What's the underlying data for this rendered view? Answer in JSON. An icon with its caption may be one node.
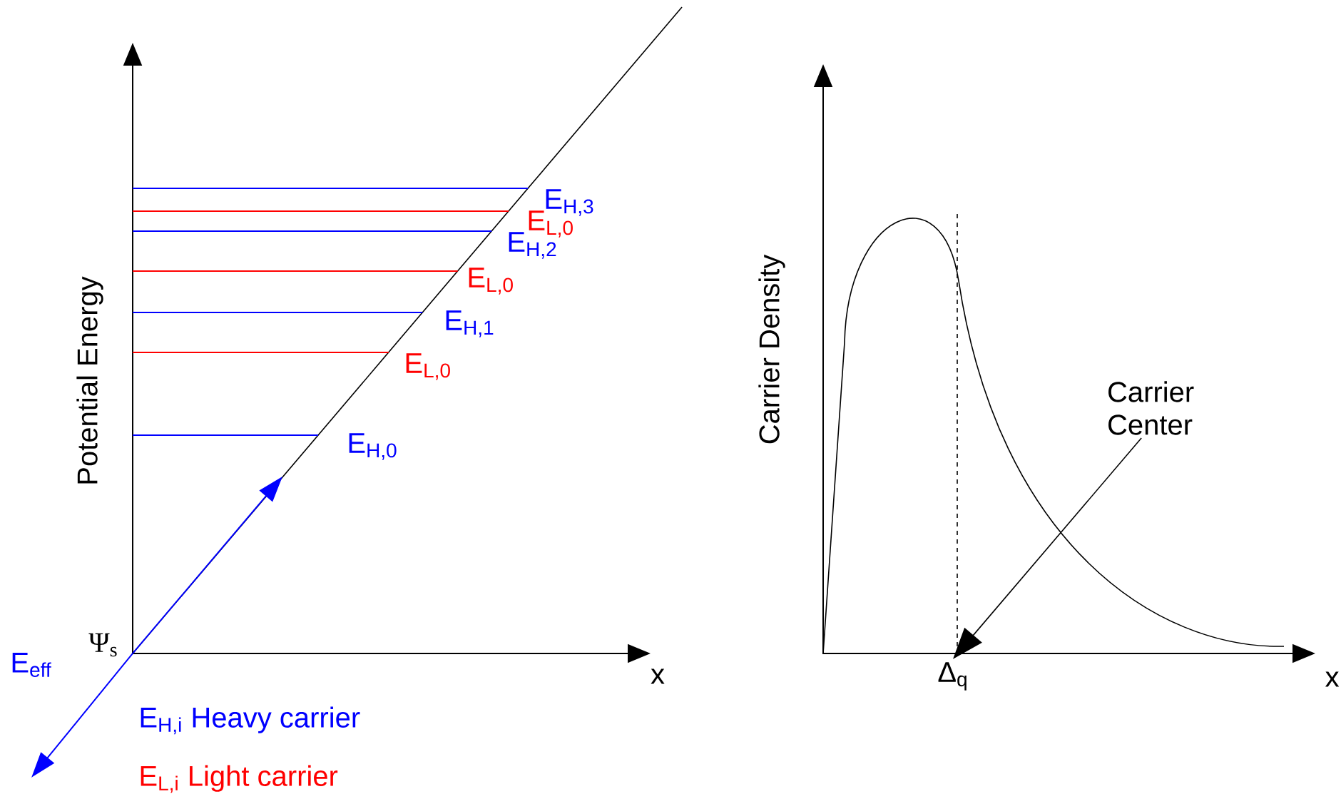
{
  "diagram": {
    "nodes": [
      {
        "text": [
          "Carrier Center"
        ]
      },
      {
        "text": [
          "Δ$_{q}$"
        ]
      }
    ],
    "edges": [
      {
        "from": 0,
        "to": 1,
        "arrow": "to"
      }
    ],
    "labels": [
      "E$_{H,3}$",
      "E$_{L,0}$",
      "E$_{H,2}$",
      "E$_{L,0}$",
      "E$_{H,1}$",
      "E$_{L,0}$",
      "E$_{H,0}$",
      "Potential Energy",
      "Ψ$_{s}$",
      "x",
      "E$_{eff}$",
      "E$_{H,i}$ Heavy carrier",
      "E$_{L,i}$ Light carrier",
      "Carrier Density",
      "x"
    ]
  }
}
